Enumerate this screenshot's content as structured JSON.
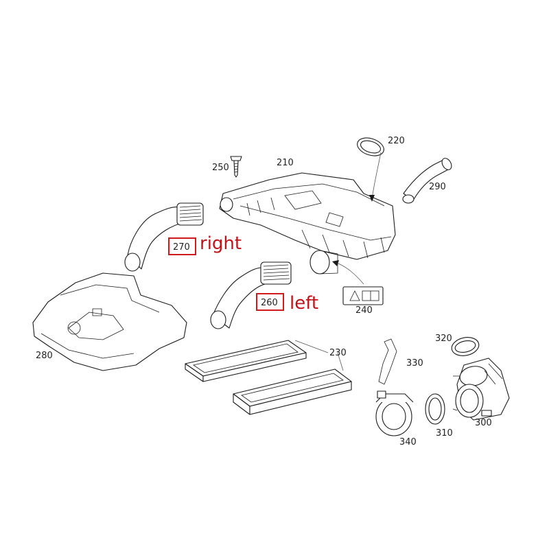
{
  "diagram": {
    "callouts": {
      "p210": "210",
      "p220": "220",
      "p230": "230",
      "p240": "240",
      "p250": "250",
      "p260": "260",
      "p270": "270",
      "p280": "280",
      "p290": "290",
      "p300": "300",
      "p310": "310",
      "p320": "320",
      "p330": "330",
      "p340": "340"
    },
    "annotations": {
      "right": "right",
      "left": "left"
    },
    "colors": {
      "annotation": "#c0141c",
      "highlight_box": "#d21a1a",
      "line": "#1a1a1a"
    }
  }
}
